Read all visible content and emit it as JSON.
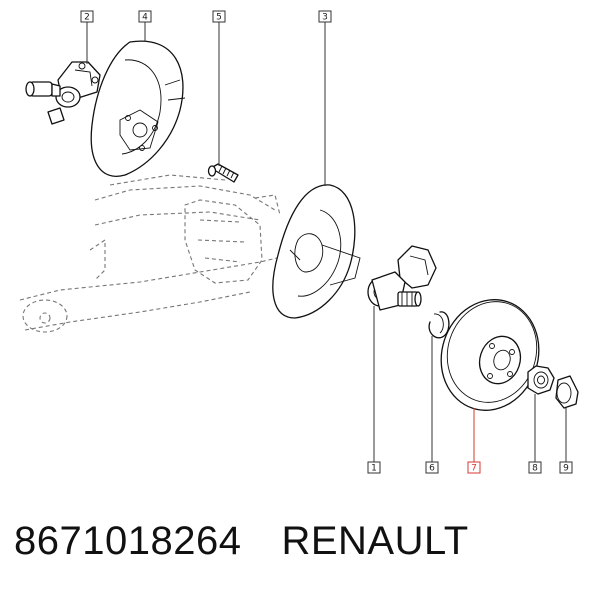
{
  "callouts": [
    {
      "id": "2",
      "label": "2"
    },
    {
      "id": "4",
      "label": "4"
    },
    {
      "id": "5",
      "label": "5"
    },
    {
      "id": "3",
      "label": "3"
    },
    {
      "id": "1",
      "label": "1"
    },
    {
      "id": "6",
      "label": "6"
    },
    {
      "id": "7",
      "label": "7",
      "highlight": true
    },
    {
      "id": "8",
      "label": "8"
    },
    {
      "id": "9",
      "label": "9"
    }
  ],
  "footer": {
    "part_number": "8671018264",
    "brand": "RENAULT"
  },
  "colors": {
    "highlight": "#d93636",
    "line": "#111111",
    "ghost": "#777777"
  }
}
